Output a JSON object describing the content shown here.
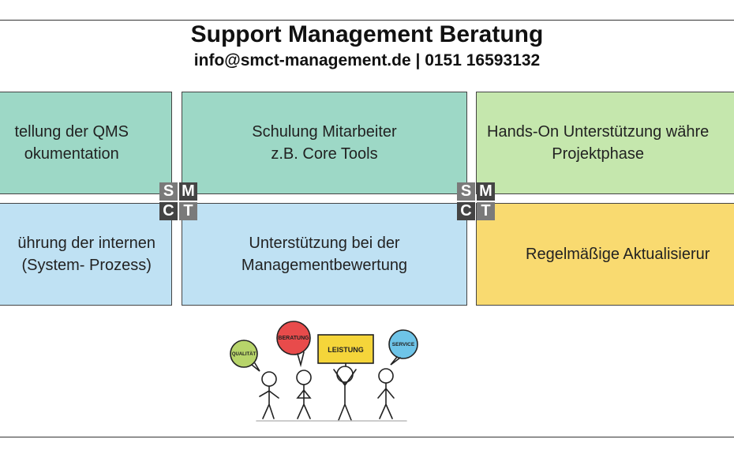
{
  "header": {
    "title": "Support Management Beratung",
    "contact": "info@smct-management.de | 0151 16593132"
  },
  "boxes": {
    "b1": "tellung der QMS\nokumentation",
    "b2": "Schulung Mitarbeiter\nz.B. Core Tools",
    "b3": "Hands-On Unterstützung währe\nProjektphase",
    "b4": "ührung der internen\n(System- Prozess)",
    "b5": "Unterstützung bei der\nManagementbewertung",
    "b6": "Regelmäßige Aktualisierur"
  },
  "logo": {
    "l1": "S",
    "l2": "M",
    "l3": "C",
    "l4": "T"
  },
  "bubbles": {
    "q": "QUALITÄT",
    "b": "BERATUNG",
    "l": "LEISTUNG",
    "s": "SERVICE"
  },
  "colors": {
    "green": "#9dd8c6",
    "light_green": "#c5e7ad",
    "blue": "#bfe1f3",
    "yellow": "#f9da70"
  }
}
